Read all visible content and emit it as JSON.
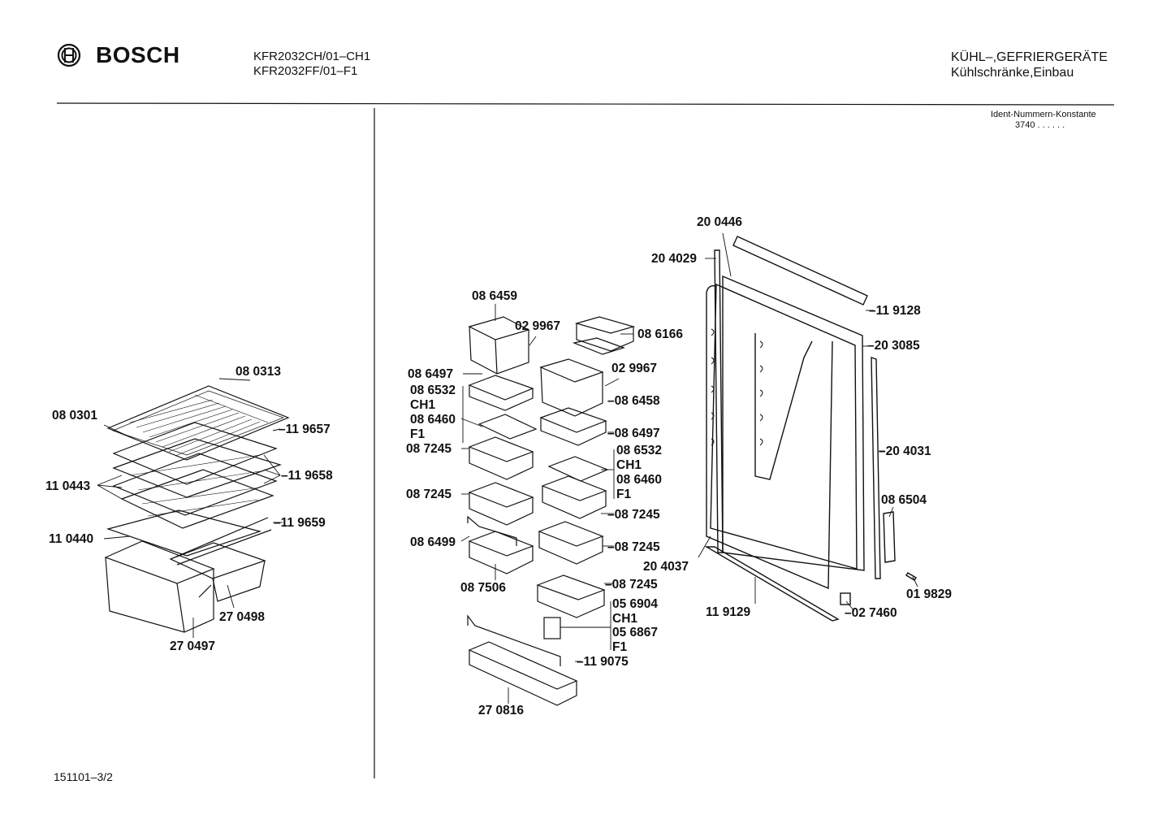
{
  "header": {
    "brand": "BOSCH",
    "models": [
      "KFR2032CH/01–CH1",
      "KFR2032FF/01–F1"
    ],
    "category": "KÜHL–,GEFRIERGERÄTE",
    "subcategory": "Kühlschränke,Einbau",
    "ident_label": "Ident-Nummern-Konstante",
    "ident_value": "3740   . .   . . . ."
  },
  "footer": {
    "doc_number": "151101–3/2"
  },
  "colors": {
    "ink": "#111111",
    "paper": "#ffffff"
  },
  "left_parts": {
    "p080313": "08 0313",
    "p080301": "08 0301",
    "p119657": "–11 9657",
    "p110443": "11 0443",
    "p119658": "–11 9658",
    "p110440": "11 0440",
    "p119659": "–11 9659",
    "p270498": "27 0498",
    "p270497": "27 0497"
  },
  "door_parts": {
    "p204046": "20 0446",
    "p204029": "20 4029",
    "p086459": "08 6459",
    "p029967a": "02 9967",
    "p086166": "08 6166",
    "p119128": "–11 9128",
    "p203085": "–20 3085",
    "p086497a": "08 6497",
    "p086532a": "08 6532",
    "ch1a": "CH1",
    "p029967b": "02 9967",
    "p086458": "–08 6458",
    "p086460a": "08 6460",
    "f1a": "F1",
    "p086497b": "–08 6497",
    "p087245a": "08 7245",
    "p086532b": "08 6532",
    "ch1b": "CH1",
    "p204031": "–20 4031",
    "p086460b": "08 6460",
    "f1b": "F1",
    "p087245b": "08 7245",
    "p087245c": "–08 7245",
    "p086504": "08 6504",
    "p086499": "08 6499",
    "p087245d": "–08 7245",
    "p204037": "20 4037",
    "p087506": "08 7506",
    "p087245e": "–08 7245",
    "p019829": "01 9829",
    "p056904": "05 6904",
    "ch1c": "CH1",
    "p119129": "11 9129",
    "p027460": "–02 7460",
    "p056867": "05 6867",
    "f1c": "F1",
    "p119075": "–11 9075",
    "p270816": "27 0816"
  }
}
